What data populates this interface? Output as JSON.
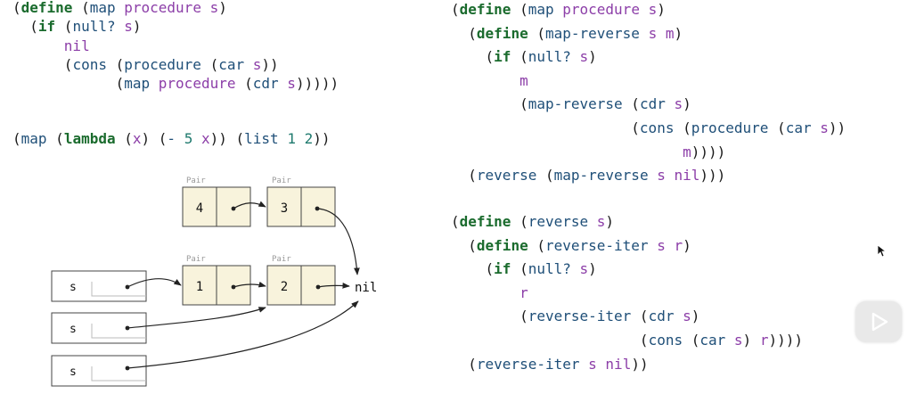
{
  "code_map": [
    [
      {
        "t": "(",
        "c": ""
      },
      {
        "t": "define",
        "c": "k"
      },
      {
        "t": " (",
        "c": ""
      },
      {
        "t": "map",
        "c": "t"
      },
      {
        "t": " ",
        "c": ""
      },
      {
        "t": "procedure",
        "c": "p"
      },
      {
        "t": " ",
        "c": ""
      },
      {
        "t": "s",
        "c": "p"
      },
      {
        "t": ")",
        "c": ""
      }
    ],
    [
      {
        "t": "  (",
        "c": ""
      },
      {
        "t": "if",
        "c": "k"
      },
      {
        "t": " (",
        "c": ""
      },
      {
        "t": "null?",
        "c": "t"
      },
      {
        "t": " ",
        "c": ""
      },
      {
        "t": "s",
        "c": "p"
      },
      {
        "t": ")",
        "c": ""
      }
    ],
    [
      {
        "t": "      ",
        "c": ""
      },
      {
        "t": "nil",
        "c": "p"
      }
    ],
    [
      {
        "t": "      (",
        "c": ""
      },
      {
        "t": "cons",
        "c": "t"
      },
      {
        "t": " (",
        "c": ""
      },
      {
        "t": "procedure",
        "c": "t"
      },
      {
        "t": " (",
        "c": ""
      },
      {
        "t": "car",
        "c": "t"
      },
      {
        "t": " ",
        "c": ""
      },
      {
        "t": "s",
        "c": "p"
      },
      {
        "t": "))",
        "c": ""
      }
    ],
    [
      {
        "t": "            (",
        "c": ""
      },
      {
        "t": "map",
        "c": "t"
      },
      {
        "t": " ",
        "c": ""
      },
      {
        "t": "procedure",
        "c": "p"
      },
      {
        "t": " (",
        "c": ""
      },
      {
        "t": "cdr",
        "c": "t"
      },
      {
        "t": " ",
        "c": ""
      },
      {
        "t": "s",
        "c": "p"
      },
      {
        "t": ")))))",
        "c": ""
      }
    ]
  ],
  "code_example": [
    [
      {
        "t": "(",
        "c": ""
      },
      {
        "t": "map",
        "c": "t"
      },
      {
        "t": " (",
        "c": ""
      },
      {
        "t": "lambda",
        "c": "k"
      },
      {
        "t": " (",
        "c": ""
      },
      {
        "t": "x",
        "c": "p"
      },
      {
        "t": ") (",
        "c": ""
      },
      {
        "t": "-",
        "c": "t"
      },
      {
        "t": " ",
        "c": ""
      },
      {
        "t": "5",
        "c": "n"
      },
      {
        "t": " ",
        "c": ""
      },
      {
        "t": "x",
        "c": "p"
      },
      {
        "t": ")) (",
        "c": ""
      },
      {
        "t": "list",
        "c": "t"
      },
      {
        "t": " ",
        "c": ""
      },
      {
        "t": "1",
        "c": "n"
      },
      {
        "t": " ",
        "c": ""
      },
      {
        "t": "2",
        "c": "n"
      },
      {
        "t": "))",
        "c": ""
      }
    ]
  ],
  "code_reverse_a": [
    [
      {
        "t": "(",
        "c": ""
      },
      {
        "t": "define",
        "c": "k"
      },
      {
        "t": " (",
        "c": ""
      },
      {
        "t": "map",
        "c": "t"
      },
      {
        "t": " ",
        "c": ""
      },
      {
        "t": "procedure",
        "c": "p"
      },
      {
        "t": " ",
        "c": ""
      },
      {
        "t": "s",
        "c": "p"
      },
      {
        "t": ")",
        "c": ""
      }
    ],
    [
      {
        "t": "  (",
        "c": ""
      },
      {
        "t": "define",
        "c": "k"
      },
      {
        "t": " (",
        "c": ""
      },
      {
        "t": "map-reverse",
        "c": "t"
      },
      {
        "t": " ",
        "c": ""
      },
      {
        "t": "s",
        "c": "p"
      },
      {
        "t": " ",
        "c": ""
      },
      {
        "t": "m",
        "c": "p"
      },
      {
        "t": ")",
        "c": ""
      }
    ],
    [
      {
        "t": "    (",
        "c": ""
      },
      {
        "t": "if",
        "c": "k"
      },
      {
        "t": " (",
        "c": ""
      },
      {
        "t": "null?",
        "c": "t"
      },
      {
        "t": " ",
        "c": ""
      },
      {
        "t": "s",
        "c": "p"
      },
      {
        "t": ")",
        "c": ""
      }
    ],
    [
      {
        "t": "        ",
        "c": ""
      },
      {
        "t": "m",
        "c": "p"
      }
    ],
    [
      {
        "t": "        (",
        "c": ""
      },
      {
        "t": "map-reverse",
        "c": "t"
      },
      {
        "t": " (",
        "c": ""
      },
      {
        "t": "cdr",
        "c": "t"
      },
      {
        "t": " ",
        "c": ""
      },
      {
        "t": "s",
        "c": "p"
      },
      {
        "t": ")",
        "c": ""
      }
    ],
    [
      {
        "t": "                     (",
        "c": ""
      },
      {
        "t": "cons",
        "c": "t"
      },
      {
        "t": " (",
        "c": ""
      },
      {
        "t": "procedure",
        "c": "t"
      },
      {
        "t": " (",
        "c": ""
      },
      {
        "t": "car",
        "c": "t"
      },
      {
        "t": " ",
        "c": ""
      },
      {
        "t": "s",
        "c": "p"
      },
      {
        "t": "))",
        "c": ""
      }
    ],
    [
      {
        "t": "                           ",
        "c": ""
      },
      {
        "t": "m",
        "c": "p"
      },
      {
        "t": "))))",
        "c": ""
      }
    ],
    [
      {
        "t": "  (",
        "c": ""
      },
      {
        "t": "reverse",
        "c": "t"
      },
      {
        "t": " (",
        "c": ""
      },
      {
        "t": "map-reverse",
        "c": "t"
      },
      {
        "t": " ",
        "c": ""
      },
      {
        "t": "s",
        "c": "p"
      },
      {
        "t": " ",
        "c": ""
      },
      {
        "t": "nil",
        "c": "p"
      },
      {
        "t": ")))",
        "c": ""
      }
    ]
  ],
  "code_reverse_b": [
    [
      {
        "t": "(",
        "c": ""
      },
      {
        "t": "define",
        "c": "k"
      },
      {
        "t": " (",
        "c": ""
      },
      {
        "t": "reverse",
        "c": "t"
      },
      {
        "t": " ",
        "c": ""
      },
      {
        "t": "s",
        "c": "p"
      },
      {
        "t": ")",
        "c": ""
      }
    ],
    [
      {
        "t": "  (",
        "c": ""
      },
      {
        "t": "define",
        "c": "k"
      },
      {
        "t": " (",
        "c": ""
      },
      {
        "t": "reverse-iter",
        "c": "t"
      },
      {
        "t": " ",
        "c": ""
      },
      {
        "t": "s",
        "c": "p"
      },
      {
        "t": " ",
        "c": ""
      },
      {
        "t": "r",
        "c": "p"
      },
      {
        "t": ")",
        "c": ""
      }
    ],
    [
      {
        "t": "    (",
        "c": ""
      },
      {
        "t": "if",
        "c": "k"
      },
      {
        "t": " (",
        "c": ""
      },
      {
        "t": "null?",
        "c": "t"
      },
      {
        "t": " ",
        "c": ""
      },
      {
        "t": "s",
        "c": "p"
      },
      {
        "t": ")",
        "c": ""
      }
    ],
    [
      {
        "t": "        ",
        "c": ""
      },
      {
        "t": "r",
        "c": "p"
      }
    ],
    [
      {
        "t": "        (",
        "c": ""
      },
      {
        "t": "reverse-iter",
        "c": "t"
      },
      {
        "t": " (",
        "c": ""
      },
      {
        "t": "cdr",
        "c": "t"
      },
      {
        "t": " ",
        "c": ""
      },
      {
        "t": "s",
        "c": "p"
      },
      {
        "t": ")",
        "c": ""
      }
    ],
    [
      {
        "t": "                      (",
        "c": ""
      },
      {
        "t": "cons",
        "c": "t"
      },
      {
        "t": " (",
        "c": ""
      },
      {
        "t": "car",
        "c": "t"
      },
      {
        "t": " ",
        "c": ""
      },
      {
        "t": "s",
        "c": "p"
      },
      {
        "t": ") ",
        "c": ""
      },
      {
        "t": "r",
        "c": "p"
      },
      {
        "t": "))))",
        "c": ""
      }
    ],
    [
      {
        "t": "  (",
        "c": ""
      },
      {
        "t": "reverse-iter",
        "c": "t"
      },
      {
        "t": " ",
        "c": ""
      },
      {
        "t": "s",
        "c": "p"
      },
      {
        "t": " ",
        "c": ""
      },
      {
        "t": "nil",
        "c": "p"
      },
      {
        "t": "))",
        "c": ""
      }
    ]
  ],
  "diagram": {
    "pair_label": "Pair",
    "top_pair_values": [
      "4",
      "3"
    ],
    "bottom_pair_values": [
      "1",
      "2"
    ],
    "nil_label": "nil",
    "frame_labels": [
      "s",
      "s",
      "s"
    ]
  },
  "colors": {
    "keyword": "#1a6b2d",
    "param": "#8c3ea8",
    "identifier": "#1f4f78",
    "number": "#1f7a6e",
    "pair_fill": "#f8f3dc"
  },
  "icons": [
    "play-icon",
    "mouse-cursor-icon"
  ]
}
